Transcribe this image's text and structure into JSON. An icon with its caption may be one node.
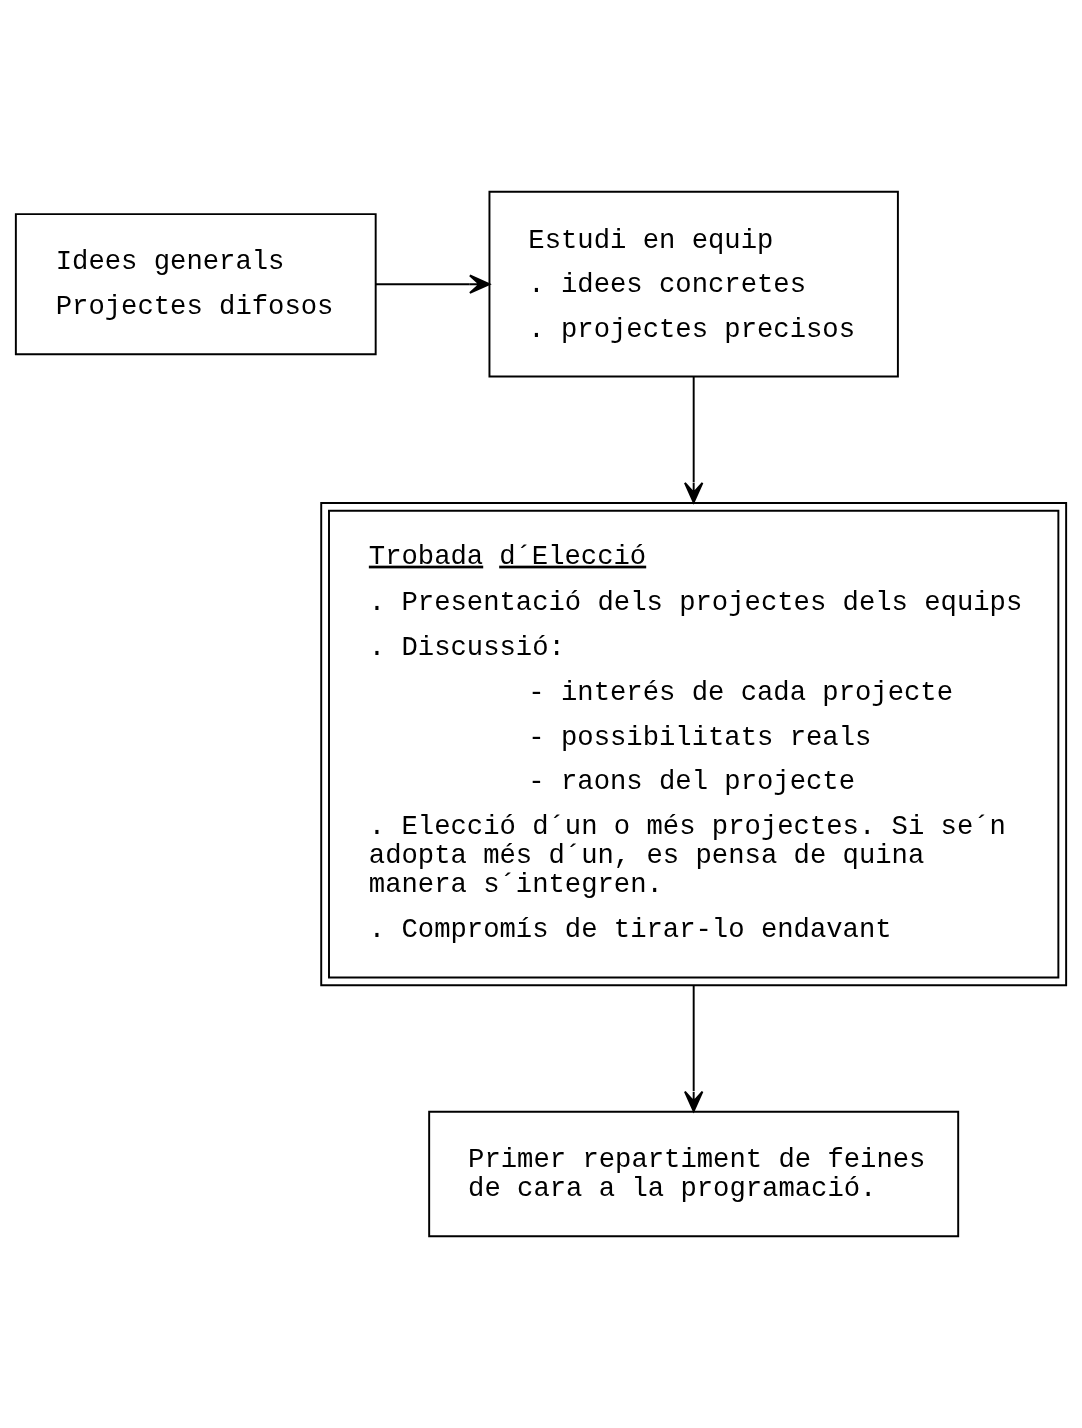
{
  "diagram": {
    "nodes": [
      {
        "text": [
          "Idees generals",
          "Projectes difosos"
        ]
      },
      {
        "text": [
          "Estudi en equip",
          ". idees concretes",
          ". projectes precisos"
        ]
      },
      {
        "text": [
          "Trobada d´Elecció",
          ". Presentació dels projectes dels equips",
          ". Discussió:",
          "- interés de cada projecte",
          "- possibilitats reals",
          "- raons del projecte",
          ". Elecció d´un o més projectes. Si se´n adopta més d´un, es pensa de quina manera s´integren.",
          ". Compromís de tirar-lo endavant"
        ]
      },
      {
        "text": [
          "Primer repartiment de feines de cara a la programació."
        ]
      }
    ],
    "edges": [
      {
        "from": 0,
        "to": 1,
        "arrow": "to"
      },
      {
        "from": 1,
        "to": 2,
        "arrow": "to"
      },
      {
        "from": 2,
        "to": 3,
        "arrow": "to"
      }
    ]
  }
}
